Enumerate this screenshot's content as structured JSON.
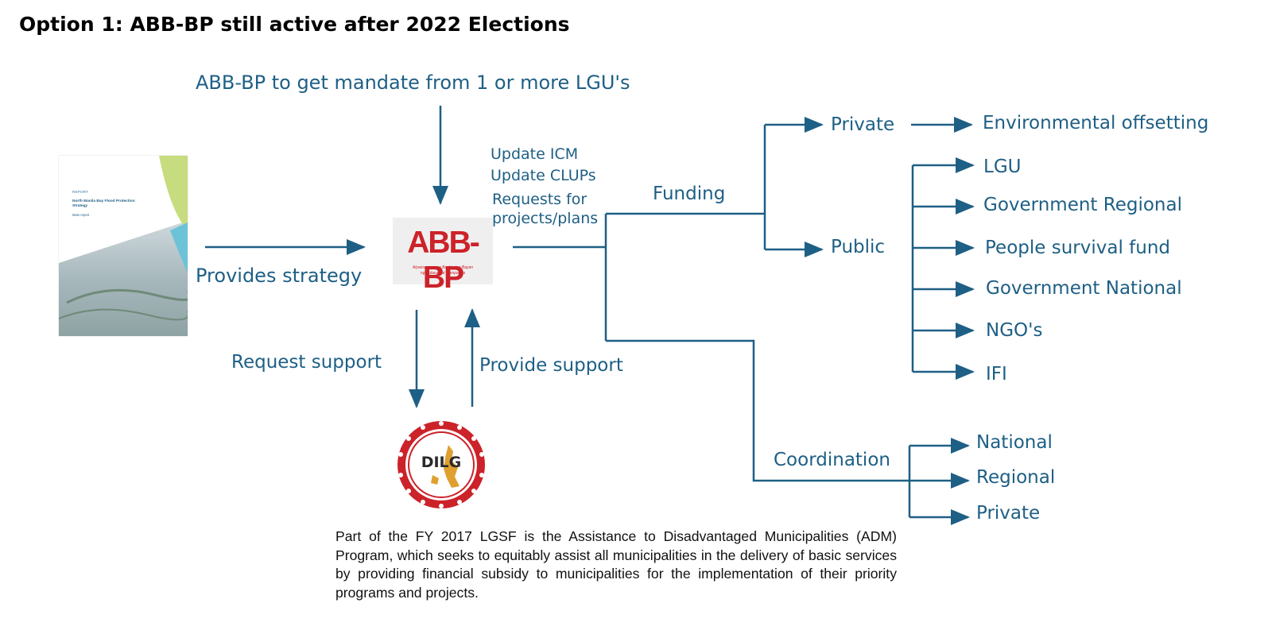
{
  "title": "Option 1: ABB-BP still active after 2022 Elections",
  "mandate": "ABB-BP to get mandate from 1 or more LGU's",
  "provides_strategy": "Provides strategy",
  "request_support": "Request support",
  "provide_support": "Provide support",
  "abb_actions": [
    "Update ICM",
    "Update CLUPs",
    "Requests for",
    "projects/plans"
  ],
  "funding": "Funding",
  "coordination": "Coordination",
  "private": "Private",
  "public": "Public",
  "env_offsetting": "Environmental offsetting",
  "public_sources": [
    "LGU",
    "Government Regional",
    "People survival fund",
    "Government National",
    "NGO's",
    "IFI"
  ],
  "coordination_targets": [
    "National",
    "Regional",
    "Private"
  ],
  "report": {
    "label": "REPORT",
    "title_l1": "North Manila Bay Flood Protection",
    "title_l2": "Strategy",
    "subtitle": "Main report"
  },
  "abb_logo": {
    "text": "ABB-BP",
    "sub_l1": "Alyansa ng mga Baybaying Bayan",
    "sub_l2": "ng Bulacan at Pampanga"
  },
  "dilg_logo": {
    "text": "DILG"
  },
  "bottom_text": "Part of the FY 2017 LGSF is the Assistance to Disadvantaged Municipalities (ADM) Program, which seeks to equitably assist all municipalities in the delivery of basic services by providing financial subsidy to municipalities for the implementation of their priority programs and projects.",
  "colors": {
    "accent": "#1e5f85",
    "logo_red": "#cc2229",
    "dilg_gold": "#e0a030"
  }
}
